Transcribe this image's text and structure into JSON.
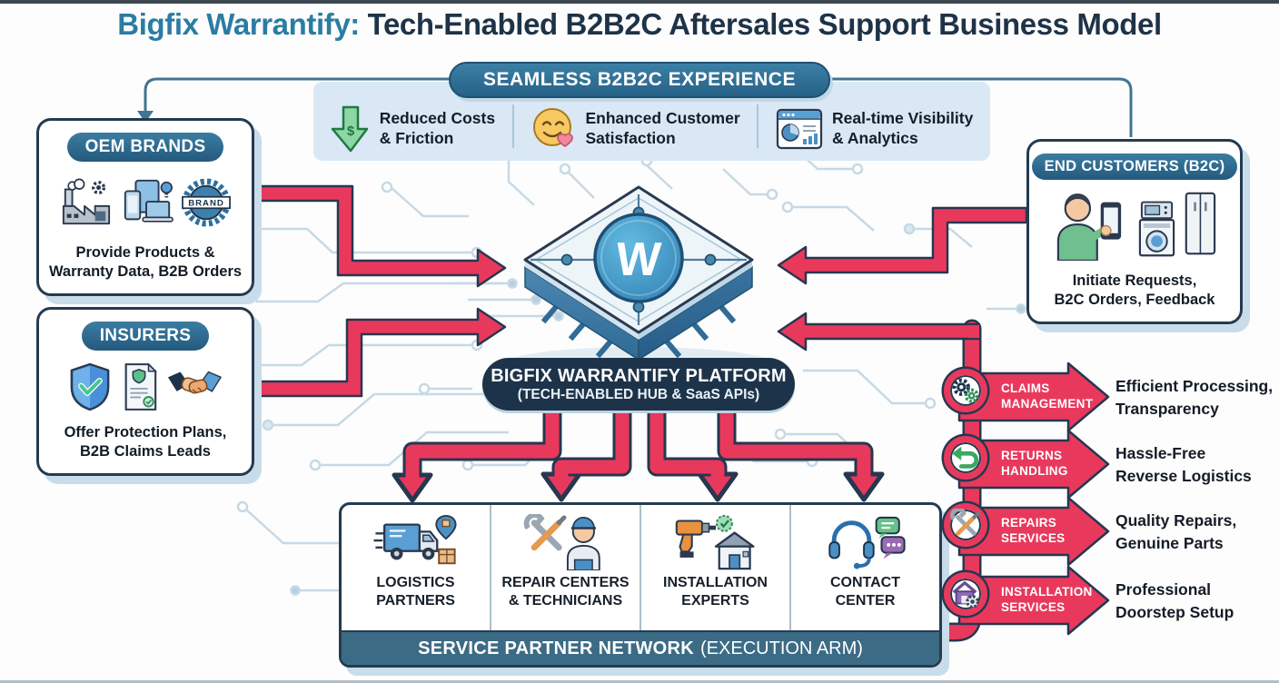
{
  "title": {
    "brand": "Bigfix Warrantify:",
    "rest": "Tech-Enabled B2B2C Aftersales Support Business Model"
  },
  "banner": {
    "label": "SEAMLESS B2B2C EXPERIENCE"
  },
  "benefits": [
    {
      "icon": "cost-reduction-arrow-icon",
      "symbol": "$",
      "line1": "Reduced Costs",
      "line2": "& Friction"
    },
    {
      "icon": "customer-satisfaction-smiley-icon",
      "line1": "Enhanced Customer",
      "line2": "Satisfaction"
    },
    {
      "icon": "analytics-dashboard-icon",
      "line1": "Real-time Visibility",
      "line2": "& Analytics"
    }
  ],
  "oem": {
    "title": "OEM BRANDS",
    "badge_text": "BRAND",
    "desc_line1": "Provide Products &",
    "desc_line2": "Warranty Data, B2B Orders"
  },
  "insurers": {
    "title": "INSURERS",
    "desc_line1": "Offer Protection Plans,",
    "desc_line2": "B2B Claims Leads"
  },
  "end_customers": {
    "title": "END CUSTOMERS (B2C)",
    "desc_line1": "Initiate Requests,",
    "desc_line2": "B2C Orders, Feedback"
  },
  "platform": {
    "logo": "W",
    "title": "BIGFIX WARRANTIFY PLATFORM",
    "subtitle": "(TECH-ENABLED HUB & SaaS APIs)"
  },
  "service_network": {
    "partners": [
      {
        "icon": "delivery-truck-icon",
        "line1": "LOGISTICS",
        "line2": "PARTNERS"
      },
      {
        "icon": "repair-tools-technician-icon",
        "line1": "REPAIR CENTERS",
        "line2": "& TECHNICIANS"
      },
      {
        "icon": "drill-house-icon",
        "line1": "INSTALLATION",
        "line2": "EXPERTS"
      },
      {
        "icon": "headset-chat-icon",
        "line1": "CONTACT",
        "line2": "CENTER"
      }
    ],
    "footer_bold": "SERVICE PARTNER NETWORK",
    "footer_regular": "(EXECUTION ARM)"
  },
  "services": [
    {
      "icon": "gears-icon",
      "label_line1": "CLAIMS",
      "label_line2": "MANAGEMENT",
      "benefit_line1": "Efficient Processing,",
      "benefit_line2": "Transparency"
    },
    {
      "icon": "return-arrow-icon",
      "label_line1": "RETURNS",
      "label_line2": "HANDLING",
      "benefit_line1": "Hassle-Free",
      "benefit_line2": "Reverse Logistics"
    },
    {
      "icon": "crossed-tools-icon",
      "label_line1": "REPAIRS",
      "label_line2": "SERVICES",
      "benefit_line1": "Quality Repairs,",
      "benefit_line2": "Genuine Parts"
    },
    {
      "icon": "house-gear-icon",
      "label_line1": "INSTALLATION",
      "label_line2": "SERVICES",
      "benefit_line1": "Professional",
      "benefit_line2": "Doorstep Setup"
    }
  ],
  "colors": {
    "accent_red": "#e8395c",
    "teal_pill": "#2f7396",
    "navy": "#1d3349",
    "panel_blue": "#d9e8f4",
    "steel_blue": "#3c6b85",
    "title_blue": "#2b7ca3"
  }
}
